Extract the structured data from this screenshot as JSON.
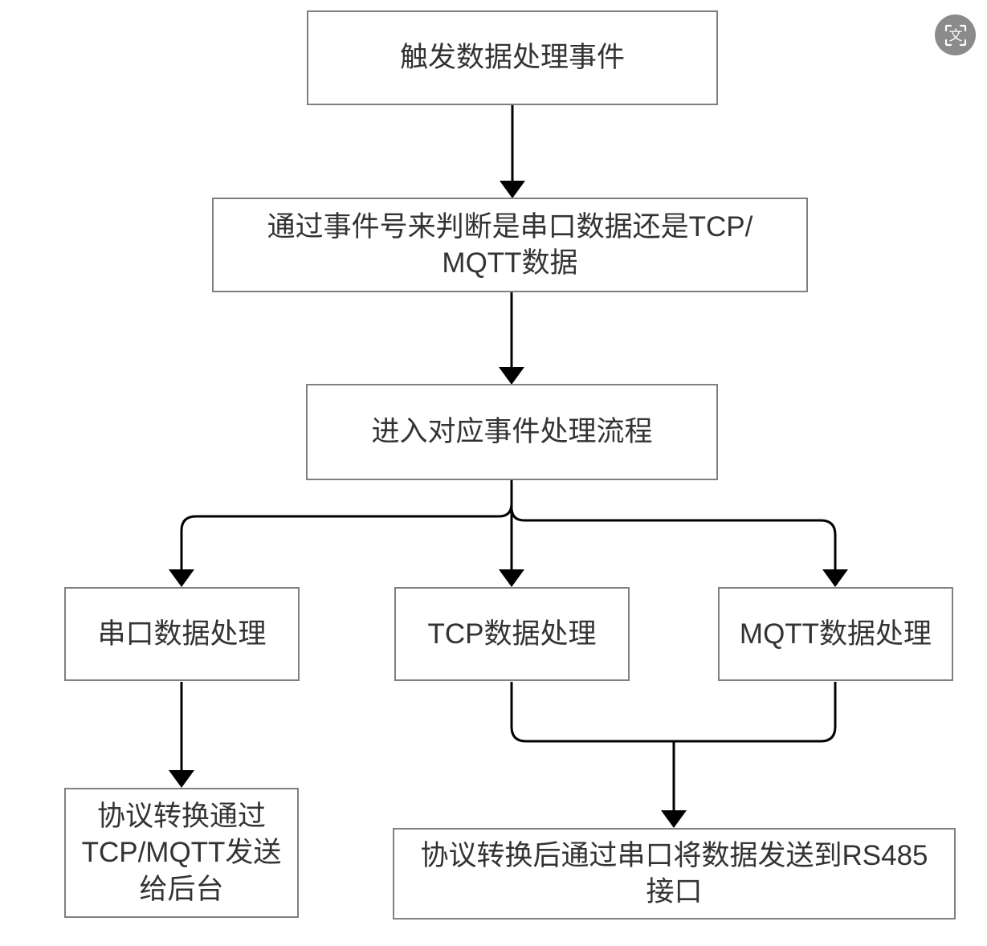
{
  "diagram": {
    "type": "flowchart",
    "nodes": [
      {
        "id": "trigger",
        "label": "触发数据处理事件",
        "lines": [
          "触发数据处理事件"
        ]
      },
      {
        "id": "judge",
        "label": "通过事件号来判断是串口数据还是TCP/MQTT数据",
        "lines": [
          "通过事件号来判断是串口数据还是TCP/",
          "MQTT数据"
        ]
      },
      {
        "id": "enter",
        "label": "进入对应事件处理流程",
        "lines": [
          "进入对应事件处理流程"
        ]
      },
      {
        "id": "serial",
        "label": "串口数据处理",
        "lines": [
          "串口数据处理"
        ]
      },
      {
        "id": "tcp",
        "label": "TCP数据处理",
        "lines": [
          "TCP数据处理"
        ]
      },
      {
        "id": "mqtt",
        "label": "MQTT数据处理",
        "lines": [
          "MQTT数据处理"
        ]
      },
      {
        "id": "send_backend",
        "label": "协议转换通过TCP/MQTT发送给后台",
        "lines": [
          "协议转换通过",
          "TCP/MQTT发送",
          "给后台"
        ]
      },
      {
        "id": "send_rs485",
        "label": "协议转换后通过串口将数据发送到RS485接口",
        "lines": [
          "协议转换后通过串口将数据发送到RS485",
          "接口"
        ]
      }
    ],
    "edges": [
      {
        "from": "trigger",
        "to": "judge"
      },
      {
        "from": "judge",
        "to": "enter"
      },
      {
        "from": "enter",
        "to": "serial"
      },
      {
        "from": "enter",
        "to": "tcp"
      },
      {
        "from": "enter",
        "to": "mqtt"
      },
      {
        "from": "serial",
        "to": "send_backend"
      },
      {
        "from": "tcp",
        "to": "send_rs485"
      },
      {
        "from": "mqtt",
        "to": "send_rs485"
      }
    ],
    "colors": {
      "node_border": "#808080",
      "node_fill": "#ffffff",
      "text": "#333333",
      "arrow": "#000000",
      "background": "#ffffff"
    }
  },
  "overlay": {
    "ocr_button": {
      "icon": "scan-text-icon",
      "glyph": "文",
      "circle_color": "#8b8b8b",
      "glyph_color": "#ffffff"
    }
  }
}
